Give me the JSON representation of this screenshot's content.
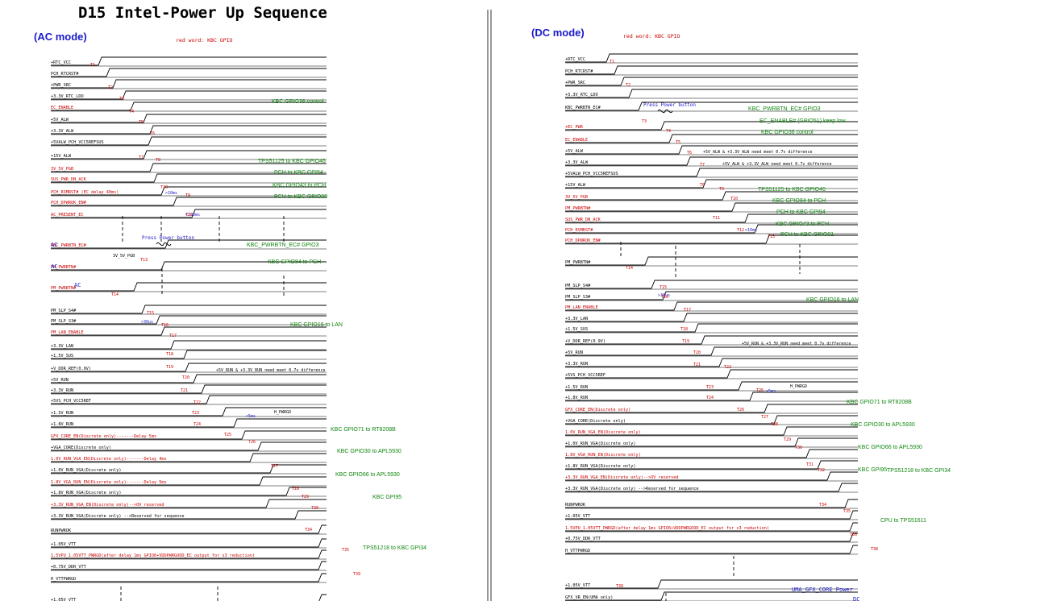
{
  "title": "D15 Intel-Power Up Sequence",
  "colors": {
    "black": "#000000",
    "red": "#cc0000",
    "green": "#118811",
    "blue": "#1a1acc",
    "divider": "#555555"
  },
  "left": {
    "mode": "(AC mode)",
    "legend": "red word: KBC GPIO",
    "press_label": "Press Power button",
    "signals": [
      {
        "label": "+RTC_VCC",
        "color": "black"
      },
      {
        "label": "PCH_RTCRST#",
        "color": "black"
      },
      {
        "label": "+PWR_SRC",
        "color": "black"
      },
      {
        "label": "+3.3V_RTC_LDO",
        "color": "black"
      },
      {
        "label": "EC_ENABLE",
        "color": "red"
      },
      {
        "label": "+5V_ALW",
        "color": "black"
      },
      {
        "label": "+3.3V_ALW",
        "color": "black"
      },
      {
        "label": "+5VALW_PCH_VCC5REFSUS",
        "color": "black"
      },
      {
        "label": "+15V_ALW",
        "color": "black"
      },
      {
        "label": "3V_5V_PGB",
        "color": "red"
      },
      {
        "label": "SUS_PWR_DN_ACK",
        "color": "red"
      },
      {
        "label": "PCH_RSMRST# (EC delay 40ms)",
        "color": "red"
      },
      {
        "label": "PCH_DPWROK_EN#",
        "color": "red"
      },
      {
        "label": "AC_PRESENT_EC",
        "color": "red"
      },
      {
        "label": "KBC_PWRBTN_EC#",
        "color": "red"
      },
      {
        "label": "PM_PWRBTN#",
        "color": "red"
      },
      {
        "label": "PM_PWRBTN#",
        "color": "red"
      },
      {
        "label": "PM_SLP_S4#",
        "color": "black"
      },
      {
        "label": "PM_SLP_S3#",
        "color": "black"
      },
      {
        "label": "PM_LAN_ENABLE",
        "color": "red"
      },
      {
        "label": "+3.3V_LAN",
        "color": "black"
      },
      {
        "label": "+1.5V_SUS",
        "color": "black"
      },
      {
        "label": "+V_DDR_REF(0.9V)",
        "color": "black"
      },
      {
        "label": "+5V_RUN",
        "color": "black"
      },
      {
        "label": "+3.3V_RUN",
        "color": "black"
      },
      {
        "label": "+5VS_PCH_VCC5REF",
        "color": "black"
      },
      {
        "label": "+1.5V_RUN",
        "color": "black"
      },
      {
        "label": "+1.8V_RUN",
        "color": "black"
      },
      {
        "label": "GFX_CORE_EN(Discrete only)-------Delay 5ms",
        "color": "red"
      },
      {
        "label": "+VGA_CORE(Discrete only)",
        "color": "black"
      },
      {
        "label": "1.0V_RUN_VGA_EN(Discrete only)-------Delay 4ms",
        "color": "red"
      },
      {
        "label": "+1.0V_RUN_VGA(Discrete only)",
        "color": "black"
      },
      {
        "label": "1.8V_VGA_RUN_EN(Discrete only)-------Delay 5ms",
        "color": "red"
      },
      {
        "label": "+1.8V_RUN_VGA(Discrete only)",
        "color": "black"
      },
      {
        "label": "+3.3V_RUN_VGA_EN(Discrete only)-->OV reserved",
        "color": "red"
      },
      {
        "label": "+3.3V_RUN_VGA(Discrete only)   -->Reserved for sequence",
        "color": "black"
      },
      {
        "label": "RUNPWROK",
        "color": "black"
      },
      {
        "label": "+1.05V_VTT",
        "color": "black"
      },
      {
        "label": "1.5VPU_1.05VTT_PWRGD(after delay 1ms GPIO6+VDDPWRGOOD_EC output  for s3 reduction)",
        "color": "red"
      },
      {
        "label": "+0.75V_DDR_VTT",
        "color": "black"
      },
      {
        "label": "H_VTTPWRGD",
        "color": "black"
      },
      {
        "label": "+1.05V_VTT",
        "color": "black"
      }
    ],
    "notes": [
      {
        "text": "KBC GPIO36 control",
        "color": "green"
      },
      {
        "text": "TPS51125 to KBC GPIO46",
        "color": "green"
      },
      {
        "text": "PCH to KBC GPI94",
        "color": "green"
      },
      {
        "text": "KBC GPIO43 to PCH",
        "color": "green"
      },
      {
        "text": "PCH to KBC GPIO00",
        "color": "green"
      },
      {
        "text": "KBC_PWRBTN_EC# GPIO3",
        "color": "green"
      },
      {
        "text": "KBC GPIO84 to PCH",
        "color": "green"
      },
      {
        "text": "KBC GPIO16 to LAN",
        "color": "green"
      },
      {
        "text": "+5V_RUN & +3.3V_RUN need meet 0.7v difference",
        "color": "black"
      },
      {
        "text": "H_PWRGD",
        "color": "black"
      },
      {
        "text": "KBC GPIO71 to RT8208B",
        "color": "green"
      },
      {
        "text": "KBC GPIO30 to APL5930",
        "color": "green"
      },
      {
        "text": "KBC GPIO66 to APL5930",
        "color": "green"
      },
      {
        "text": "KBC GPI95",
        "color": "green"
      },
      {
        "text": "TPS51218 to KBC GPI34",
        "color": "green"
      },
      {
        "text": "3V_5V_PGB",
        "color": "black"
      },
      {
        "text": ">30us",
        "color": "blue"
      },
      {
        "text": ">10ms",
        "color": "blue"
      },
      {
        "text": "<200ms",
        "color": "blue"
      },
      {
        "text": "<5ms",
        "color": "blue"
      },
      {
        "text": "AC",
        "color": "blue"
      },
      {
        "text": "AC",
        "color": "blue"
      },
      {
        "text": "AC",
        "color": "blue"
      }
    ]
  },
  "right": {
    "mode": "(DC mode)",
    "legend": "red word: KBC GPIO",
    "press_label": "Press Power button",
    "signals": [
      {
        "label": "+RTC_VCC",
        "color": "black"
      },
      {
        "label": "PCH_RTCRST#",
        "color": "black"
      },
      {
        "label": "+PWR_SRC",
        "color": "black"
      },
      {
        "label": "+3.3V_RTC_LDO",
        "color": "black"
      },
      {
        "label": "KBC_PWRBTN_EC#",
        "color": "black"
      },
      {
        "label": "+EC_PWR",
        "color": "red"
      },
      {
        "label": "EC_ENABLE",
        "color": "red"
      },
      {
        "label": "+5V_ALW",
        "color": "black"
      },
      {
        "label": "+3.3V_ALW",
        "color": "black"
      },
      {
        "label": "+5VALW_PCH_VCC5REFSUS",
        "color": "black"
      },
      {
        "label": "+15V_ALW",
        "color": "black"
      },
      {
        "label": "3V_5V_PGB",
        "color": "red"
      },
      {
        "label": "PM_PWRBTN#",
        "color": "red"
      },
      {
        "label": "SUS_PWR_DN_ACK",
        "color": "red"
      },
      {
        "label": "PCH_RSMRST#",
        "color": "red"
      },
      {
        "label": "PCH_DPWROK_EN#",
        "color": "red"
      },
      {
        "label": "PM_PWRBTN#",
        "color": "black"
      },
      {
        "label": "PM_SLP_S4#",
        "color": "black"
      },
      {
        "label": "PM_SLP_S3#",
        "color": "black"
      },
      {
        "label": "PM_LAN_ENABLE",
        "color": "red"
      },
      {
        "label": "+3.3V_LAN",
        "color": "black"
      },
      {
        "label": "+1.5V_SUS",
        "color": "black"
      },
      {
        "label": "+V_DDR_REF(0.9V)",
        "color": "black"
      },
      {
        "label": "+5V_RUN",
        "color": "black"
      },
      {
        "label": "+3.3V_RUN",
        "color": "black"
      },
      {
        "label": "+5VS_PCH_VCC5REF",
        "color": "black"
      },
      {
        "label": "+1.5V_RUN",
        "color": "black"
      },
      {
        "label": "+1.8V_RUN",
        "color": "black"
      },
      {
        "label": "GFX_CORE_EN(Discrete only)",
        "color": "red"
      },
      {
        "label": "+VGA_CORE(Discrete only)",
        "color": "black"
      },
      {
        "label": "1.0V_RUN_VGA_EN(Discrete only)",
        "color": "red"
      },
      {
        "label": "+1.0V_RUN_VGA(Discrete only)",
        "color": "black"
      },
      {
        "label": "1.8V_VGA_RUN_EN(Discrete only)",
        "color": "red"
      },
      {
        "label": "+1.8V_RUN_VGA(Discrete only)",
        "color": "black"
      },
      {
        "label": "+3.3V_RUN_VGA_EN(Discrete only)-->OV reserved",
        "color": "red"
      },
      {
        "label": "+3.3V_RUN_VGA(Discrete only)   -->Reserved for sequence",
        "color": "black"
      },
      {
        "label": "RUNPWROK",
        "color": "black"
      },
      {
        "label": "+1.05V_VTT",
        "color": "black"
      },
      {
        "label": "1.5VPU_1.05VTT_PWRGD(after delay 1ms GPIO6+VDDPWRGOOD_EC output  for s3 reduction)",
        "color": "red"
      },
      {
        "label": "+0.75V_DDR_VTT",
        "color": "black"
      },
      {
        "label": "H_VTTPWRGD",
        "color": "black"
      },
      {
        "label": "+1.05V_VTT",
        "color": "black"
      },
      {
        "label": "GFX_VR_EN(UMA only)",
        "color": "black"
      }
    ],
    "notes": [
      {
        "text": "KBC_PWRBTN_EC# GPIO3",
        "color": "green"
      },
      {
        "text": "EC_ENABLE# (GPIO51) keep low",
        "color": "green"
      },
      {
        "text": "KBC GPIO36 control",
        "color": "green"
      },
      {
        "text": "+5V_ALW & +3.3V_ALW need meet 0.7v difference",
        "color": "black"
      },
      {
        "text": "+5V_ALW & +3.3V_ALW need meet 0.7v difference",
        "color": "black"
      },
      {
        "text": "TPS51125 to KBC GPIO46",
        "color": "green"
      },
      {
        "text": "KBC GPIO84 to PCH",
        "color": "green"
      },
      {
        "text": "PCH to KBC GPI94",
        "color": "green"
      },
      {
        "text": "KBC GPIO43 to PCH",
        "color": "green"
      },
      {
        "text": "PCH to KBC GPIO01",
        "color": "green"
      },
      {
        "text": "KBC GPIO16 to LAN",
        "color": "green"
      },
      {
        "text": "+5V_RUN & +3.3V_RUN need meet 0.7v difference",
        "color": "black"
      },
      {
        "text": "H_PWRGD",
        "color": "black"
      },
      {
        "text": "KBC GPIO71 to RT8208B",
        "color": "green"
      },
      {
        "text": "KBC GPIO30 to APL5930",
        "color": "green"
      },
      {
        "text": "KBC GPIO66 to APL5930",
        "color": "green"
      },
      {
        "text": "KBC GPI95",
        "color": "green"
      },
      {
        "text": "TPS51218 to KBC GPI34",
        "color": "green"
      },
      {
        "text": "CPU to TPS51611",
        "color": "green"
      },
      {
        "text": "UMA_GFX_CORE Power",
        "color": "blue"
      },
      {
        "text": "DC",
        "color": "blue"
      },
      {
        "text": ">10ms",
        "color": "blue"
      },
      {
        "text": ">30us",
        "color": "blue"
      },
      {
        "text": "<5ms",
        "color": "blue"
      }
    ]
  }
}
